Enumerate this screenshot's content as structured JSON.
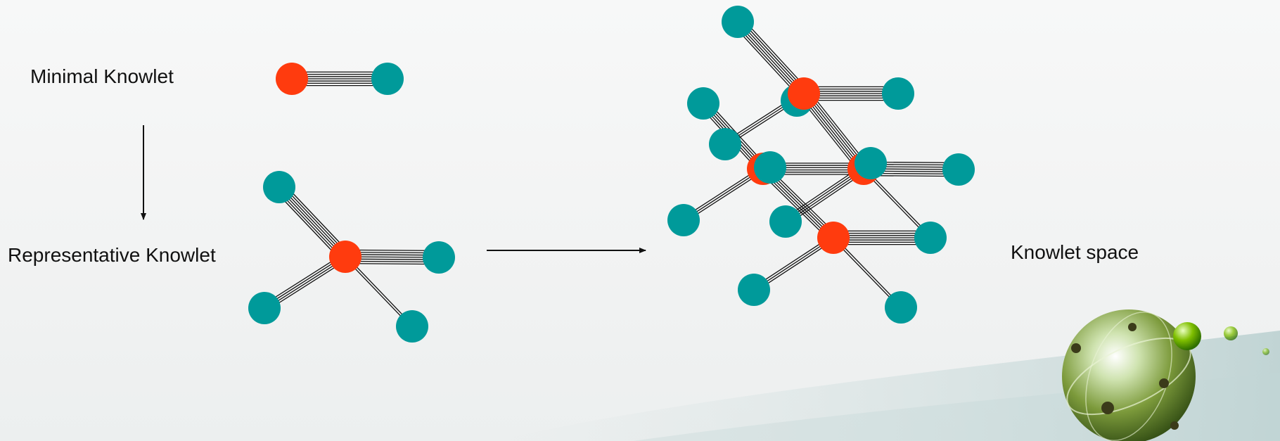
{
  "labels": {
    "minimal": "Minimal Knowlet",
    "representative": "Representative Knowlet",
    "space": "Knowlet space"
  },
  "colors": {
    "concept_node": "#ff3b0e",
    "related_node": "#009a9a",
    "link": "#111111",
    "arrow": "#111111"
  },
  "icons": [
    "globe-logo-icon"
  ]
}
